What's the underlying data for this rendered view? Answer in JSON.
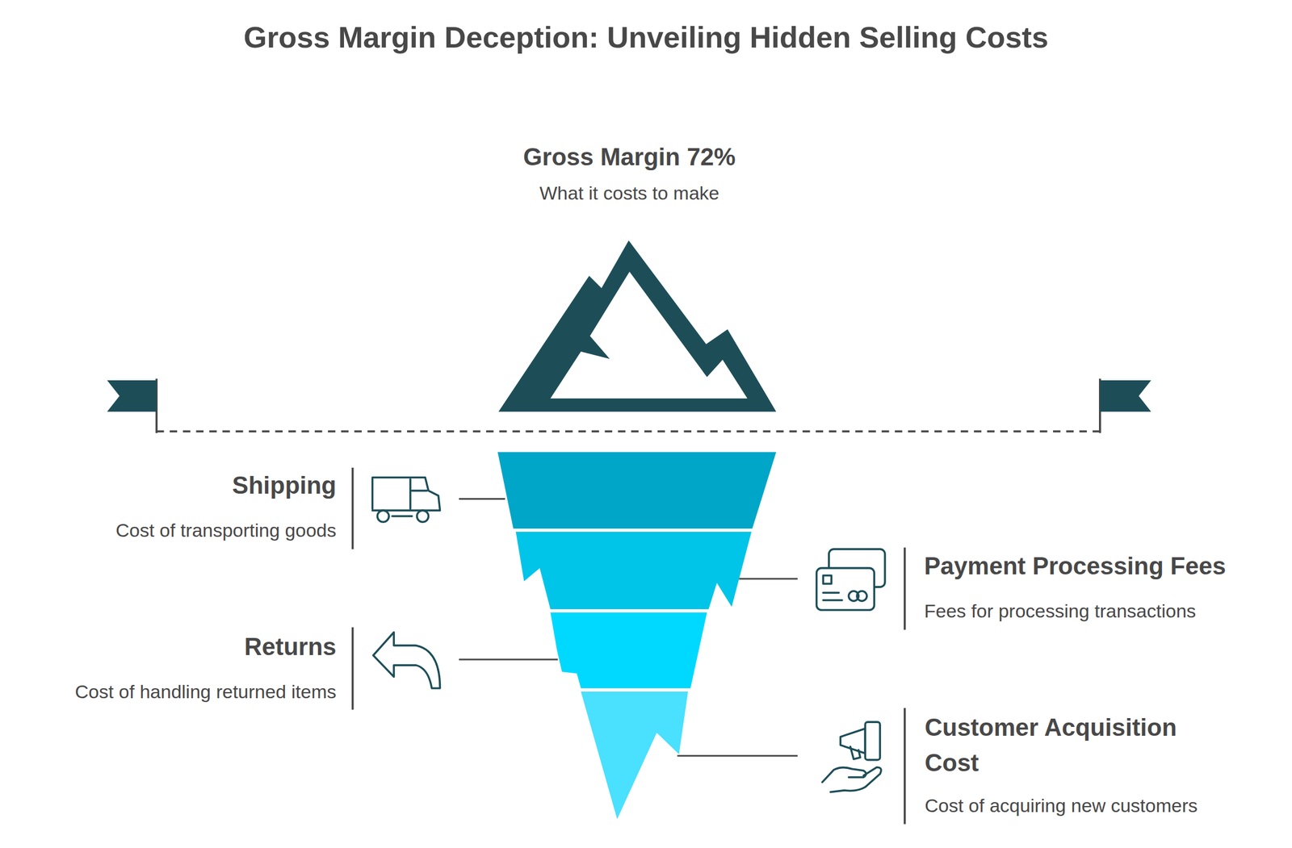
{
  "diagram": {
    "title": "Gross Margin Deception: Unveiling Hidden Selling Costs",
    "nodes": [
      {
        "text": [
          "Gross Margin 72%",
          "What it costs to make"
        ]
      },
      {
        "text": [
          "Shipping",
          "Cost of transporting goods"
        ]
      },
      {
        "text": [
          "Payment Processing Fees",
          "Fees for processing transactions"
        ]
      },
      {
        "text": [
          "Returns",
          "Cost of handling returned items"
        ]
      },
      {
        "text": [
          "Customer Acquisition Cost",
          "Cost of acquiring new customers"
        ]
      }
    ]
  }
}
